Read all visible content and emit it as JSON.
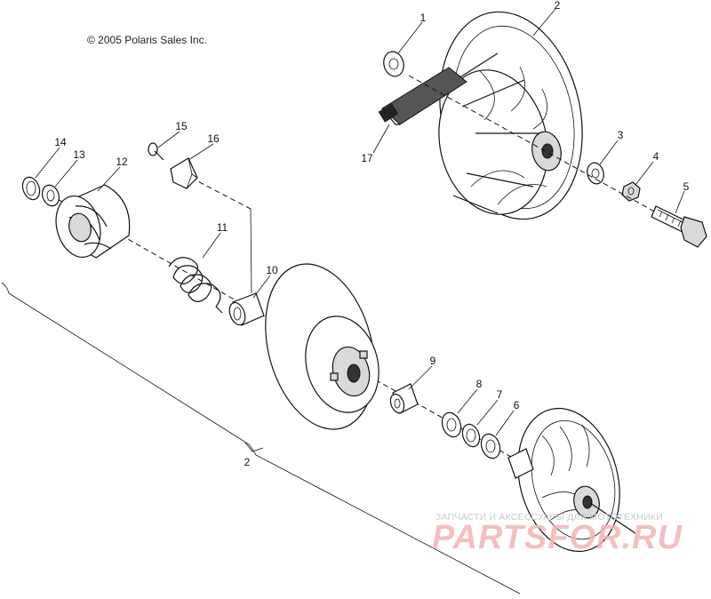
{
  "copyright": "© 2005 Polaris Sales Inc.",
  "callouts": [
    {
      "id": "c1",
      "text": "1"
    },
    {
      "id": "c2",
      "text": "2"
    },
    {
      "id": "c3",
      "text": "3"
    },
    {
      "id": "c4",
      "text": "4"
    },
    {
      "id": "c5",
      "text": "5"
    },
    {
      "id": "c6",
      "text": "6"
    },
    {
      "id": "c7",
      "text": "7"
    },
    {
      "id": "c8",
      "text": "8"
    },
    {
      "id": "c9",
      "text": "9"
    },
    {
      "id": "c10",
      "text": "10"
    },
    {
      "id": "c11",
      "text": "11"
    },
    {
      "id": "c12",
      "text": "12"
    },
    {
      "id": "c13",
      "text": "13"
    },
    {
      "id": "c14",
      "text": "14"
    },
    {
      "id": "c15",
      "text": "15"
    },
    {
      "id": "c16",
      "text": "16"
    },
    {
      "id": "c17",
      "text": "17"
    },
    {
      "id": "c2b",
      "text": "2"
    }
  ],
  "watermark": {
    "caption": "ЗАПЧАСТИ И АКСЕССУАРЫ ДЛЯ МОТОТЕХНИКИ",
    "logo": "PARTSFOR.RU"
  }
}
